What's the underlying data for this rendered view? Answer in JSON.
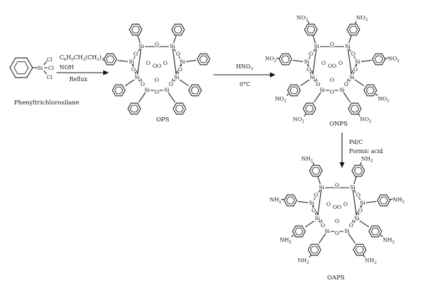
{
  "reactant": {
    "name": "Phenyltrichlorosilane",
    "si": "Si",
    "cl": "Cl"
  },
  "step1": {
    "line1": "C6H5CH2(CH3)3–",
    "line2": "NOH",
    "line3": "Reflux"
  },
  "step2": {
    "line1": "HNO3",
    "line2": "0°C"
  },
  "step3": {
    "line1": "Pd/C",
    "line2": "Formic acid"
  },
  "products": {
    "ops": "OPS",
    "onps": "ONPS",
    "oaps": "OAPS"
  },
  "atoms": {
    "si": "Si",
    "o": "O",
    "oo": "OO",
    "no2": "NO2",
    "nh2": "NH2"
  }
}
